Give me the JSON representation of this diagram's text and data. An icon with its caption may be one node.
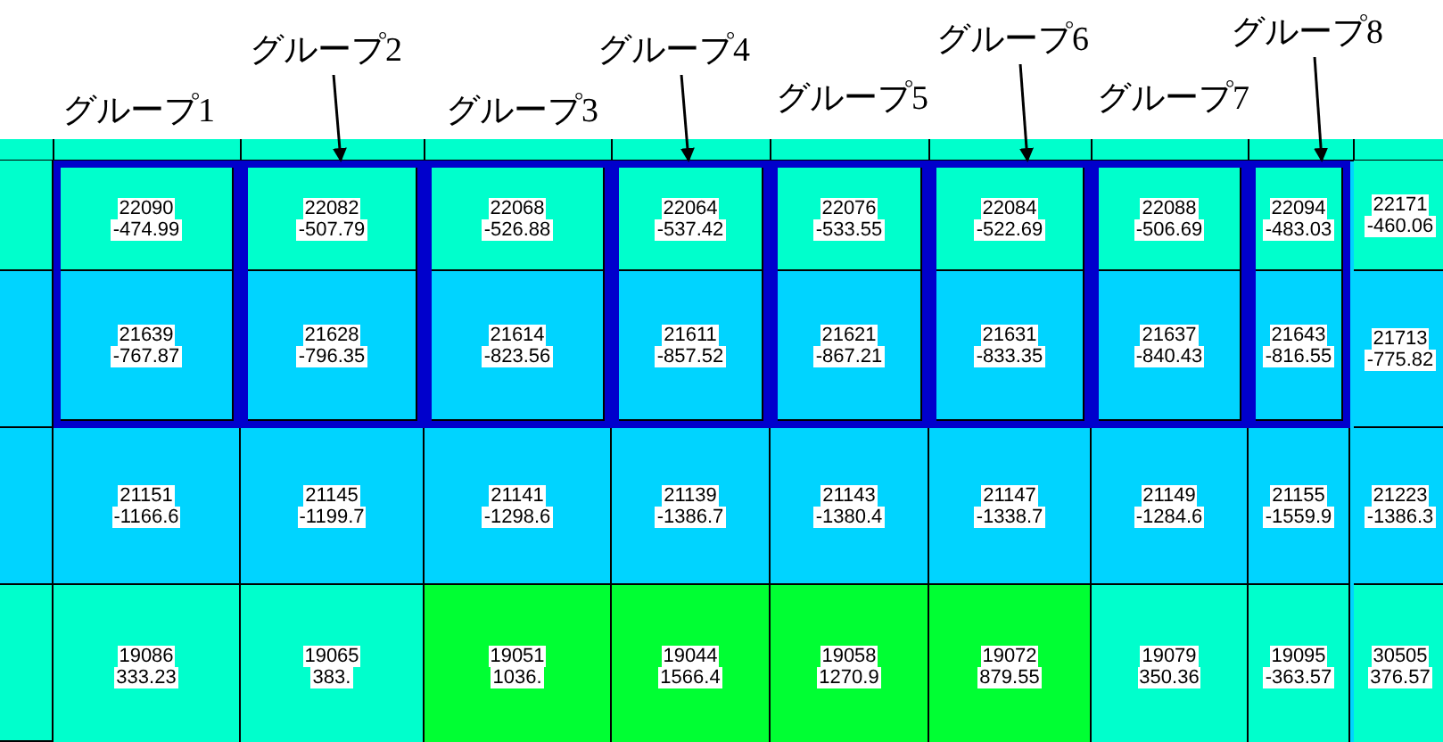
{
  "diagram": {
    "nodes": [
      {
        "text": [
          "グループ1"
        ]
      },
      {
        "text": [
          "22090",
          "-474.99"
        ],
        "in": 0
      },
      {
        "text": [
          "21639",
          "-767.87"
        ],
        "in": 0
      },
      {
        "text": [
          "グループ2"
        ]
      },
      {
        "text": [],
        "shape": "box"
      },
      {
        "text": [
          "22082",
          "-507.79"
        ],
        "in": 4
      },
      {
        "text": [
          "21628",
          "-796.35"
        ],
        "in": 4
      },
      {
        "text": [
          "グループ3"
        ]
      },
      {
        "text": [
          "22068",
          "-526.88"
        ],
        "in": 7
      },
      {
        "text": [
          "21614",
          "-823.56"
        ],
        "in": 7
      },
      {
        "text": [
          "グループ4"
        ]
      },
      {
        "text": [],
        "shape": "box"
      },
      {
        "text": [
          "22064",
          "-537.42"
        ],
        "in": 11
      },
      {
        "text": [
          "21611",
          "-857.52"
        ],
        "in": 11
      },
      {
        "text": [
          "グループ5"
        ]
      },
      {
        "text": [
          "22076",
          "-533.55"
        ],
        "in": 14
      },
      {
        "text": [
          "21621",
          "-867.21"
        ],
        "in": 14
      },
      {
        "text": [
          "グループ6"
        ]
      },
      {
        "text": [],
        "shape": "box"
      },
      {
        "text": [
          "22084",
          "-522.69"
        ],
        "in": 18
      },
      {
        "text": [
          "21631",
          "-833.35"
        ],
        "in": 18
      },
      {
        "text": [
          "グループ7"
        ]
      },
      {
        "text": [
          "22088",
          "-506.69"
        ],
        "in": 21
      },
      {
        "text": [
          "21637",
          "-840.43"
        ],
        "in": 21
      },
      {
        "text": [
          "グループ8"
        ]
      },
      {
        "text": [],
        "shape": "box"
      },
      {
        "text": [
          "22094",
          "-483.03"
        ],
        "in": 25
      },
      {
        "text": [
          "21643",
          "-816.55"
        ],
        "in": 25
      },
      {
        "text": [
          "22171",
          "-460.06"
        ]
      },
      {
        "text": [
          "21713",
          "-775.82"
        ]
      },
      {
        "text": [
          "21151",
          "-1166.6"
        ]
      },
      {
        "text": [
          "21145",
          "-1199.7"
        ]
      },
      {
        "text": [
          "21141",
          "-1298.6"
        ]
      },
      {
        "text": [
          "21139",
          "-1386.7"
        ]
      },
      {
        "text": [
          "21143",
          "-1380.4"
        ]
      },
      {
        "text": [
          "21147",
          "-1338.7"
        ]
      },
      {
        "text": [
          "21149",
          "-1284.6"
        ]
      },
      {
        "text": [
          "21155",
          "-1559.9"
        ]
      },
      {
        "text": [
          "21223",
          "-1386.3"
        ]
      },
      {
        "text": [
          "19086",
          "333.23"
        ]
      },
      {
        "text": [
          "19065",
          "383."
        ]
      },
      {
        "text": [
          "19051",
          "1036."
        ]
      },
      {
        "text": [
          "19044",
          "1566.4"
        ]
      },
      {
        "text": [
          "19058",
          "1270.9"
        ]
      },
      {
        "text": [
          "19072",
          "879.55"
        ]
      },
      {
        "text": [
          "19079",
          "350.36"
        ]
      },
      {
        "text": [
          "19095",
          "-363.57"
        ]
      },
      {
        "text": [
          "30505",
          "376.57"
        ]
      }
    ],
    "edges": [
      {
        "from": 3,
        "to": 4,
        "arrow": "to"
      },
      {
        "from": 10,
        "to": 11,
        "arrow": "to"
      },
      {
        "from": 17,
        "to": 18,
        "arrow": "to"
      },
      {
        "from": 24,
        "to": 25,
        "arrow": "to"
      }
    ]
  }
}
